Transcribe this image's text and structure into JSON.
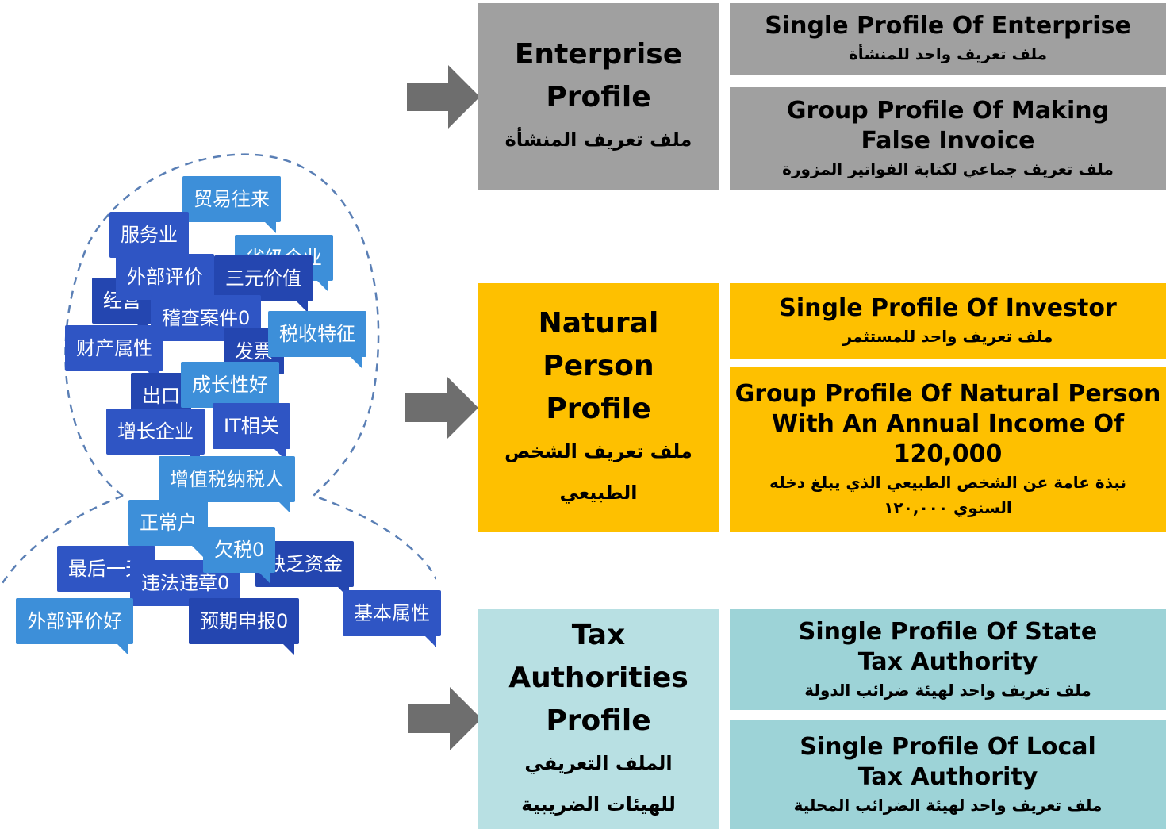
{
  "colors": {
    "gray": "#a0a0a0",
    "yellow": "#fec000",
    "teal_main": "#b8e0e3",
    "teal_sub": "#9dd3d7",
    "arrow": "#6e6e6e",
    "tag_blue": "#2f55c4"
  },
  "illustration": {
    "icon": "person-head-silhouette-icon",
    "tags": [
      "贸易往来",
      "服务业",
      "省级企业",
      "外部评价",
      "三元价值",
      "经营",
      "稽查案件0",
      "税收特征",
      "财产属性",
      "发票",
      "成长性好",
      "出口",
      "增长企业",
      "IT相关",
      "增值税纳税人",
      "正常户",
      "欠税0",
      "最后一天",
      "缺乏资金",
      "违法违章0",
      "外部评价好",
      "预期申报0",
      "基本属性"
    ]
  },
  "groups": [
    {
      "main": {
        "en": "Enterprise Profile",
        "ar": "ملف تعريف المنشأة"
      },
      "subs": [
        {
          "en": "Single Profile Of Enterprise",
          "ar": "ملف تعريف واحد للمنشأة"
        },
        {
          "en": "Group Profile Of Making False Invoice",
          "ar": "ملف تعريف جماعي لكتابة الفواتير المزورة"
        }
      ]
    },
    {
      "main": {
        "en": "Natural Person Profile",
        "ar": "ملف تعريف الشخص الطبيعي"
      },
      "subs": [
        {
          "en": "Single Profile Of Investor",
          "ar": "ملف تعريف واحد للمستثمر"
        },
        {
          "en": "Group Profile Of Natural Person With An Annual Income Of 120,000",
          "ar": "نبذة عامة عن الشخص الطبيعي الذي يبلغ دخله السنوي ١٢٠,٠٠٠"
        }
      ]
    },
    {
      "main": {
        "en": "Tax Authorities Profile",
        "ar": "الملف التعريفي للهيئات الضريبية"
      },
      "subs": [
        {
          "en": "Single Profile Of State Tax Authority",
          "ar": "ملف تعريف واحد لهيئة ضرائب الدولة"
        },
        {
          "en": "Single Profile Of Local Tax Authority",
          "ar": "ملف تعريف واحد لهيئة الضرائب المحلية"
        }
      ]
    }
  ]
}
